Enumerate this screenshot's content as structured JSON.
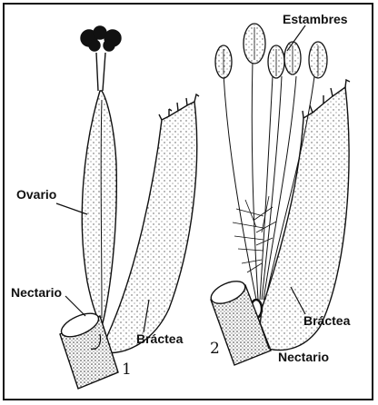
{
  "labels": {
    "estambres": "Estambres",
    "ovario": "Ovario",
    "nectario_left": "Nectario",
    "bractea_left": "Bráctea",
    "bractea_right": "Bráctea",
    "nectario_right": "Nectario"
  },
  "figure_numbers": {
    "left": "1",
    "right": "2"
  },
  "colors": {
    "ink": "#111111",
    "background": "#ffffff"
  }
}
